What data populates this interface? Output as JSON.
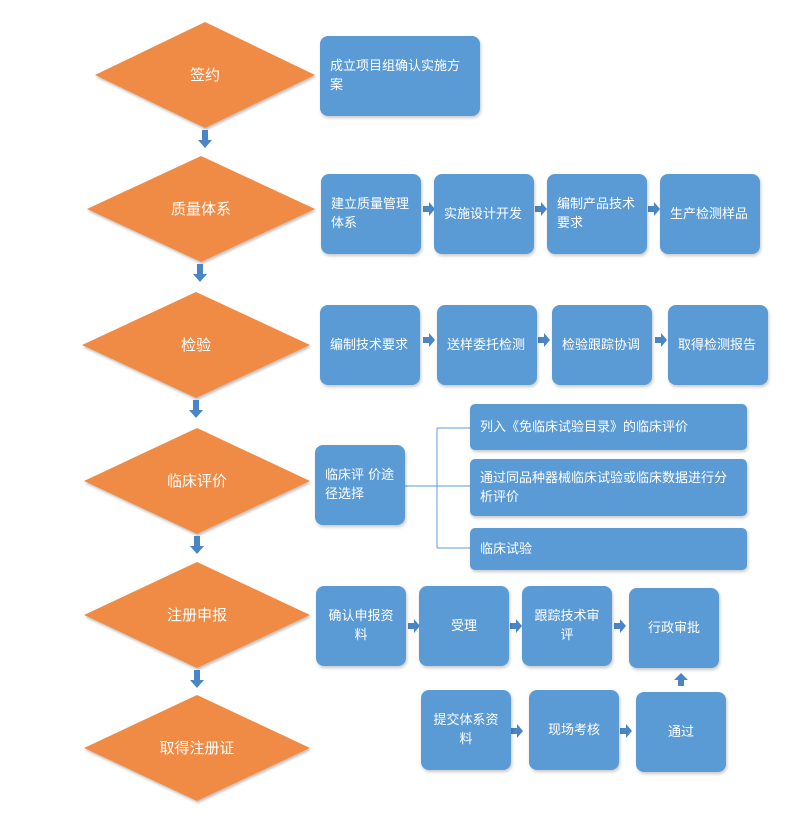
{
  "colors": {
    "diamond": "#ef8b45",
    "box": "#5b9bd5",
    "arrow": "#4a86c5",
    "connector": "#5b9bd5"
  },
  "stages": [
    {
      "label": "签约"
    },
    {
      "label": "质量体系"
    },
    {
      "label": "检验"
    },
    {
      "label": "临床评价"
    },
    {
      "label": "注册申报"
    },
    {
      "label": "取得注册证"
    }
  ],
  "row1": {
    "box": "成立项目组确认实施方案"
  },
  "row2": {
    "boxes": [
      "建立质量管理体系",
      "实施设计开发",
      "编制产品技术要求",
      "生产检测样品"
    ]
  },
  "row3": {
    "boxes": [
      "编制技术要求",
      "送样委托检测",
      "检验跟踪协调",
      "取得检测报告"
    ]
  },
  "row4": {
    "box": "临床评 价途径选择",
    "options": [
      "列入《免临床试验目录》的临床评价",
      "通过同品种器械临床试验或临床数据进行分析评价",
      "临床试验"
    ]
  },
  "row5": {
    "top": [
      "确认申报资料",
      "受理",
      "跟踪技术审评",
      "行政审批"
    ],
    "bottom": [
      "提交体系资料",
      "现场考核",
      "通过"
    ]
  }
}
